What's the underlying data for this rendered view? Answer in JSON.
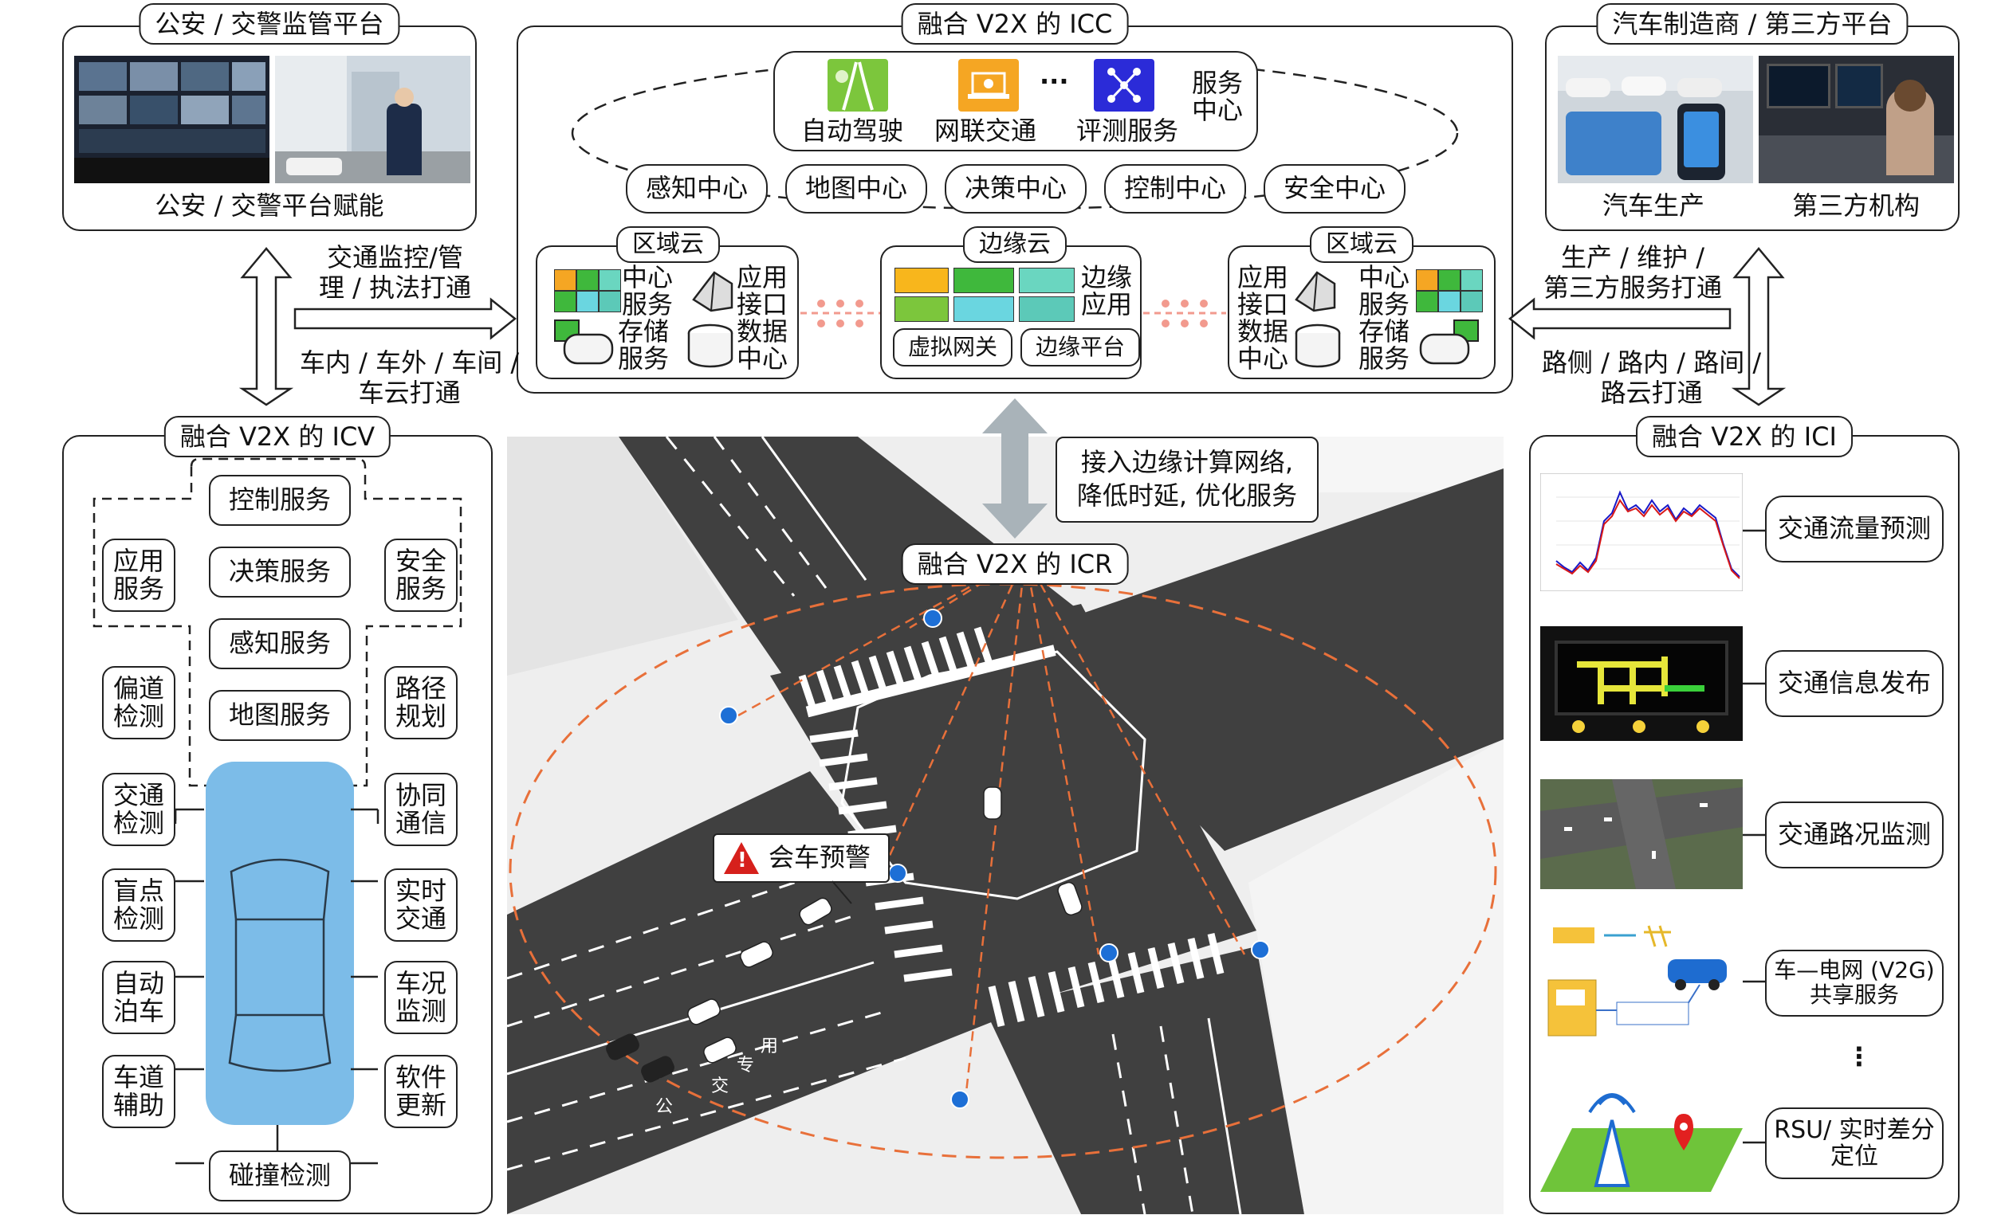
{
  "police": {
    "title": "公安 / 交警监管平台",
    "caption": "公安 / 交警平台赋能"
  },
  "icc": {
    "title": "融合 V2X 的 ICC",
    "services": [
      "自动驾驶",
      "网联交通",
      "评测服务"
    ],
    "ellipsis": "···",
    "service_center": "服务\n中心",
    "centers": [
      "感知中心",
      "地图中心",
      "决策中心",
      "控制中心",
      "安全中心"
    ],
    "left_cloud": {
      "title": "区域云",
      "items": [
        "中心\n服务",
        "应用\n接口",
        "存储\n服务",
        "数据\n中心"
      ]
    },
    "edge_cloud": {
      "title": "边缘云",
      "labels": [
        "边缘\n应用"
      ],
      "buttons": [
        "虚拟网关",
        "边缘平台"
      ]
    },
    "right_cloud": {
      "title": "区域云",
      "items": [
        "应用\n接口",
        "中心\n服务",
        "数据\n中心",
        "存储\n服务"
      ]
    }
  },
  "oem": {
    "title": "汽车制造商 / 第三方平台",
    "captions": [
      "汽车生产",
      "第三方机构"
    ]
  },
  "arrows": {
    "left_top": "交通监控/管\n理 / 执法打通",
    "left_bottom": "车内 / 车外 / 车间 /\n车云打通",
    "right_top": "生产 / 维护 /\n第三方服务打通",
    "right_bottom": "路侧 / 路内 / 路间 /\n路云打通",
    "center": "接入边缘计算网络,\n降低时延, 优化服务"
  },
  "icv": {
    "title": "融合 V2X 的 ICV",
    "center_stack": [
      "控制服务",
      "决策服务",
      "感知服务",
      "地图服务"
    ],
    "top_left": "应用\n服务",
    "top_right": "安全\n服务",
    "left": [
      "偏道\n检测",
      "交通\n检测",
      "盲点\n检测",
      "自动\n泊车",
      "车道\n辅助"
    ],
    "right": [
      "路径\n规划",
      "协同\n通信",
      "实时\n交通",
      "车况\n监测",
      "软件\n更新"
    ],
    "bottom": "碰撞检测"
  },
  "icr": {
    "title": "融合 V2X 的 ICR",
    "warning": "会车预警",
    "road_text": [
      "用",
      "专",
      "交",
      "公"
    ]
  },
  "ici": {
    "title": "融合 V2X 的 ICI",
    "items": [
      "交通流量预测",
      "交通信息发布",
      "交通路况监测",
      "车—电网 (V2G)\n共享服务",
      "RSU/ 实时差分\n定位"
    ],
    "ellipsis": "⋮"
  },
  "colors": {
    "road": "#404040",
    "lane": "#ffffff",
    "car_body": "#7cbce8",
    "dash": "#e8703a",
    "green": "#6fc43a",
    "orange": "#f5a623",
    "blue": "#2b2bd8",
    "teal": "#5cc9b8",
    "yellow": "#ffc62a",
    "cyan": "#6ad6e0"
  }
}
